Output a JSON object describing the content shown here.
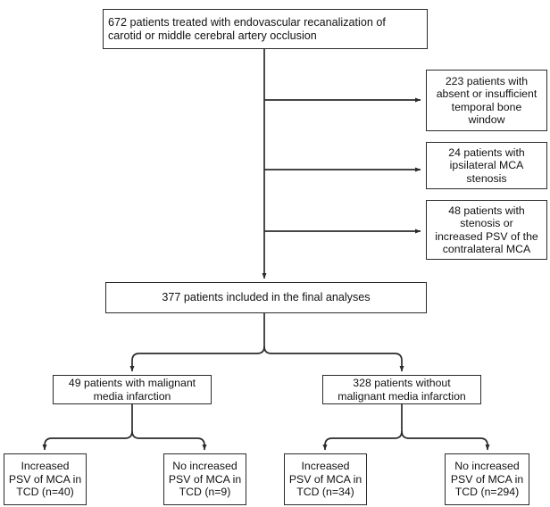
{
  "diagram": {
    "type": "flowchart",
    "title": "Patient selection flow diagram",
    "style": {
      "line_color": "#2b2b2b",
      "box_border_color": "#2b2b2b",
      "box_fill_color": "#ffffff",
      "text_color": "#111111"
    },
    "nodes": {
      "cohort": {
        "id": "cohort",
        "text": "672 patients treated with endovascular recanalization of\ncarotid or middle cerebral artery occlusion",
        "count": 672,
        "level": 0
      },
      "excluded_1": {
        "id": "excluded-1",
        "text": "223 patients with\nabsent or insufficient\ntemporal bone\nwindow",
        "count": 223,
        "level": 1,
        "role": "exclusion"
      },
      "excluded_2": {
        "id": "excluded-2",
        "text": "24 patients with\nipsilateral MCA\nstenosis",
        "count": 24,
        "level": 1,
        "role": "exclusion"
      },
      "excluded_3": {
        "id": "excluded-3",
        "text": "48 patients with\nstenosis or\nincreased PSV of the\ncontralateral MCA",
        "count": 48,
        "level": 1,
        "role": "exclusion"
      },
      "included": {
        "id": "included",
        "text": "377 patients included in the final analyses",
        "count": 377,
        "level": 2
      },
      "malignant": {
        "id": "malignant",
        "text": "49 patients with malignant\nmedia infarction",
        "count": 49,
        "level": 3
      },
      "non_malignant": {
        "id": "non-malignant",
        "text": "328 patients without\nmalignant media infarction",
        "count": 328,
        "level": 3
      },
      "leaf_1": {
        "id": "leaf-1",
        "text": "Increased\nPSV of MCA in\nTCD (n=40)",
        "count": 40,
        "level": 4
      },
      "leaf_2": {
        "id": "leaf-2",
        "text": "No increased\nPSV of MCA in\nTCD (n=9)",
        "count": 9,
        "level": 4
      },
      "leaf_3": {
        "id": "leaf-3",
        "text": "Increased\nPSV of MCA in\nTCD (n=34)",
        "count": 34,
        "level": 4
      },
      "leaf_4": {
        "id": "leaf-4",
        "text": "No increased\nPSV of MCA in\nTCD (n=294)",
        "count": 294,
        "level": 4
      }
    },
    "edges": [
      {
        "from": "cohort",
        "to": "excluded_1",
        "arrow": true
      },
      {
        "from": "cohort",
        "to": "excluded_2",
        "arrow": true
      },
      {
        "from": "cohort",
        "to": "excluded_3",
        "arrow": true
      },
      {
        "from": "cohort",
        "to": "included",
        "arrow": true
      },
      {
        "from": "included",
        "to": "malignant",
        "arrow": true
      },
      {
        "from": "included",
        "to": "non_malignant",
        "arrow": true
      },
      {
        "from": "malignant",
        "to": "leaf_1",
        "arrow": true
      },
      {
        "from": "malignant",
        "to": "leaf_2",
        "arrow": true
      },
      {
        "from": "non_malignant",
        "to": "leaf_3",
        "arrow": true
      },
      {
        "from": "non_malignant",
        "to": "leaf_4",
        "arrow": true
      }
    ]
  }
}
